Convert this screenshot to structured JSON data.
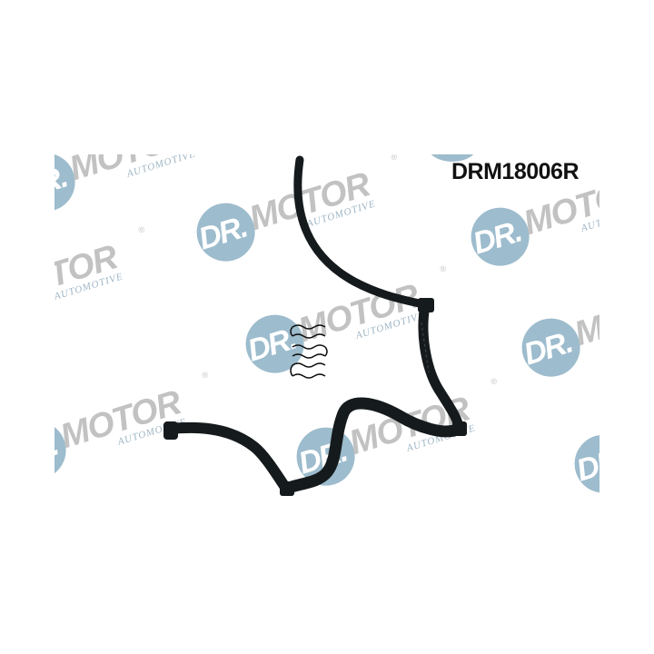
{
  "product": {
    "part_number": "DRM18006R",
    "description_visual": "Black rubber hose assembly with clips"
  },
  "watermark": {
    "brand_prefix": "DR.",
    "brand_name": "MOTOR",
    "brand_sub": "AUTOMOTIVE",
    "registered": "®",
    "circle_color": "#9dbccd",
    "text_color": "#c2c2c2"
  },
  "colors": {
    "background": "#ffffff",
    "hose": "#151a1c",
    "part_number": "#111111"
  }
}
